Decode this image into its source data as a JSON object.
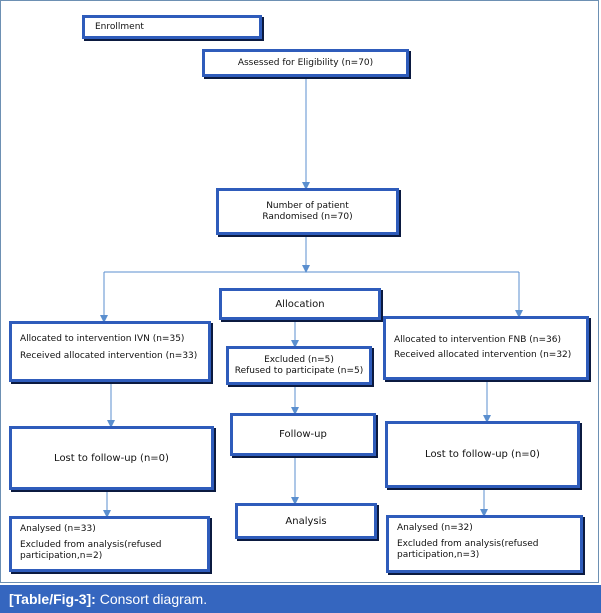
{
  "diagram": {
    "enrollment": "Enrollment",
    "assessed": "Assessed for Eligibility (n=70)",
    "randomised": [
      "Number of patient",
      "Randomised (n=70)"
    ],
    "allocation": "Allocation",
    "left_alloc": [
      "Allocated to intervention IVN (n=35)",
      "Received allocated intervention (n=33)"
    ],
    "right_alloc": [
      "Allocated to intervention FNB (n=36)",
      "Received allocated intervention (n=32)"
    ],
    "excluded": [
      "Excluded (n=5)",
      "Refused to participate (n=5)"
    ],
    "followup": "Follow-up",
    "lost_left": "Lost to follow-up (n=0)",
    "lost_right": "Lost to follow-up (n=0)",
    "analysis": "Analysis",
    "analysed_left": [
      "Analysed (n=33)",
      "Excluded from analysis(refused",
      "participation,n=2)"
    ],
    "analysed_right": [
      "Analysed (n=32)",
      "Excluded from analysis(refused",
      "participation,n=3)"
    ]
  },
  "caption": {
    "tag": "[Table/Fig-3]:",
    "text": " Consort diagram."
  },
  "colors": {
    "box_border": "#2f5cbb",
    "arrow": "#5b8fcf",
    "caption_bg": "#3566bf"
  }
}
